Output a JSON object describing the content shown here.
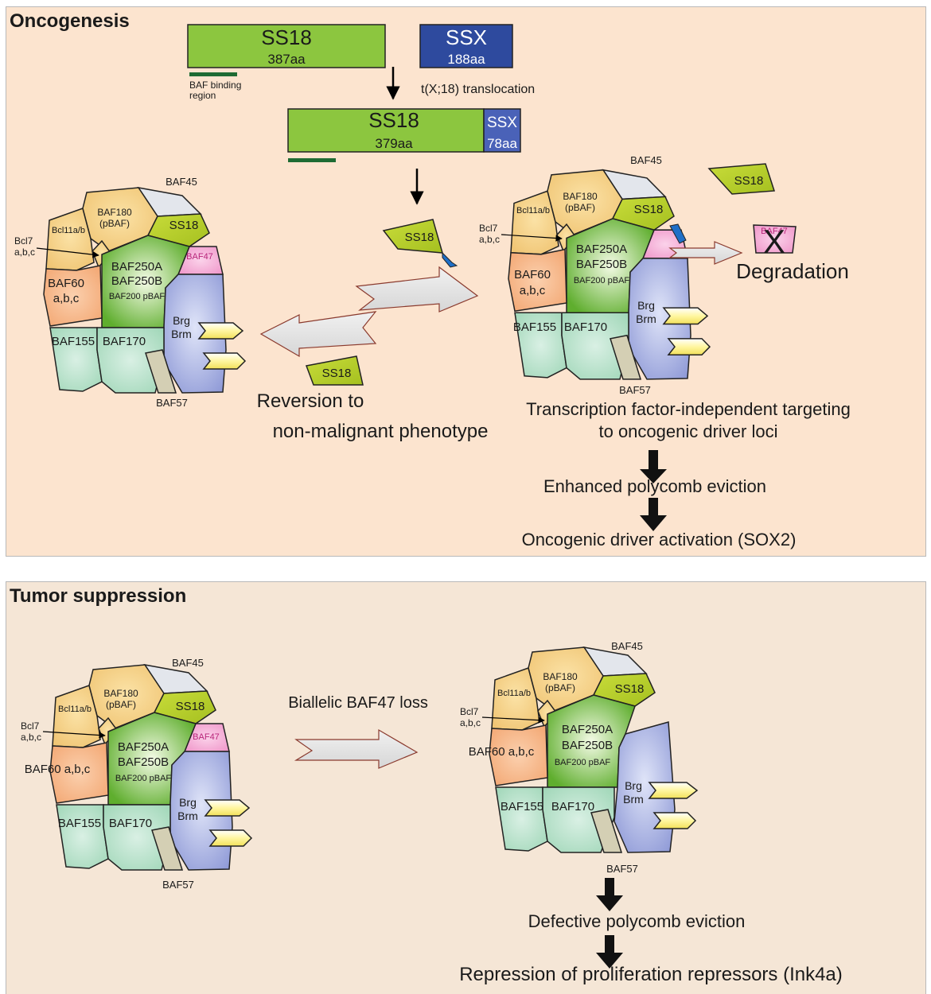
{
  "panels": {
    "top_title": "Oncogenesis",
    "bottom_title": "Tumor suppression"
  },
  "proteins": {
    "ss18_name": "SS18",
    "ss18_len": "387aa",
    "ssx_name": "SSX",
    "ssx_len": "188aa",
    "binding_label_1": "BAF binding",
    "binding_label_2": "region",
    "translocation": "t(X;18) translocation",
    "fusion_ss18_name": "SS18",
    "fusion_ss18_len": "379aa",
    "fusion_ssx_name": "SSX",
    "fusion_ssx_len": "78aa"
  },
  "baf": {
    "baf45": "BAF45",
    "bcl11": "Bcl11a/b",
    "baf180_1": "BAF180",
    "baf180_2": "(pBAF)",
    "ss18": "SS18",
    "baf47": "BAF47",
    "bcl7_1": "Bcl7",
    "bcl7_2": "a,b,c",
    "baf250a": "BAF250A",
    "baf250b": "BAF250B",
    "baf200": "BAF200 pBAF",
    "baf60_1": "BAF60",
    "baf60_2": "a,b,c",
    "baf60_inline": "BAF60 a,b,c",
    "brg": "Brg",
    "brm": "Brm",
    "baf155": "BAF155",
    "baf170": "BAF170",
    "baf57": "BAF57"
  },
  "labels": {
    "free_ss18": "SS18",
    "degradation": "Degradation",
    "reversion_1": "Reversion to",
    "reversion_2": "non-malignant phenotype",
    "targeting_1": "Transcription factor-independent targeting",
    "targeting_2": "to oncogenic driver loci",
    "enhanced": "Enhanced polycomb eviction",
    "activation": "Oncogenic driver activation (SOX2)",
    "biallelic": "Biallelic BAF47 loss",
    "defective": "Defective polycomb eviction",
    "repression": "Repression of proliferation repressors (Ink4a)"
  },
  "colors": {
    "ss18_green": "#8cc63f",
    "ssx_blue": "#2e4a9e",
    "binding_bar": "#1e6b33",
    "free_ss18_fill": "#b5cc26",
    "baf47_pink": "#f2a6d3",
    "baf60_orange": "#f7b88a",
    "baf180_tan": "#f7d58c",
    "baf155_mint": "#a8ddc0",
    "brg_lavender": "#a5aee0"
  }
}
